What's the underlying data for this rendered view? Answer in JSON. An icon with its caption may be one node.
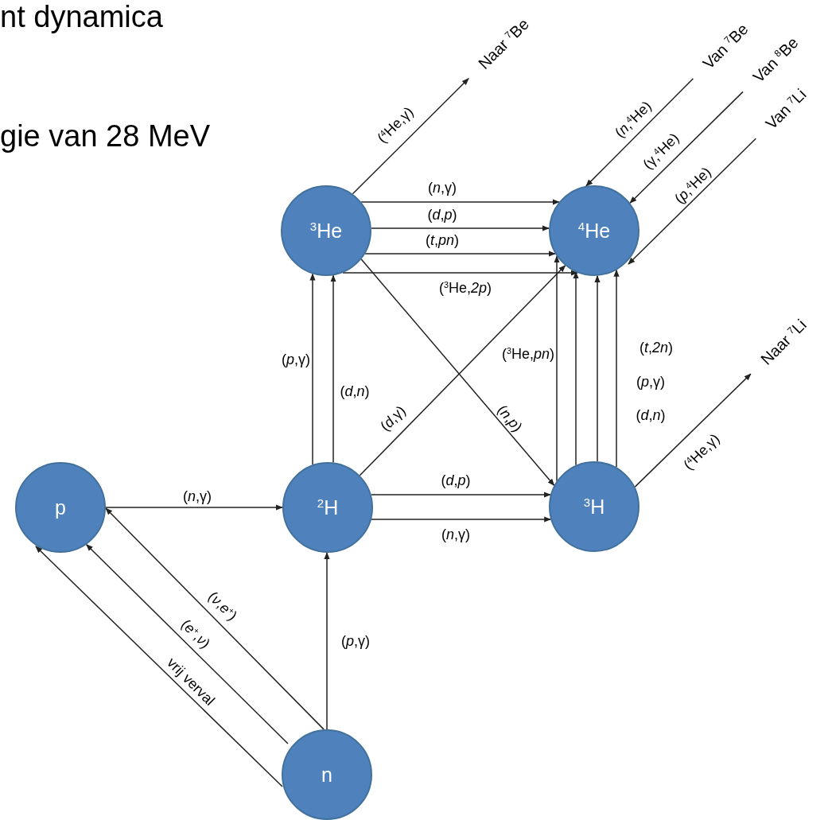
{
  "diagram": {
    "nodes": [
      {
        "text": [
          "Naar $^{7}$Be"
        ]
      },
      {
        "text": [
          "Van $^{7}$Be"
        ]
      },
      {
        "text": [
          "Van $^{8}$Be"
        ]
      },
      {
        "text": [
          "Van $^{7}$Li"
        ]
      },
      {
        "text": [
          "$^{3}$He"
        ]
      },
      {
        "text": [
          "$^{4}$He"
        ]
      },
      {
        "text": [
          "Naar $^{7}$Li"
        ]
      },
      {
        "text": [
          "p"
        ]
      },
      {
        "text": [
          "$^{2}$H"
        ]
      },
      {
        "text": [
          "$^{3}$H"
        ]
      },
      {
        "text": [
          "n"
        ]
      }
    ],
    "edges": [
      {
        "from": 4,
        "to": 0,
        "arrow": "to",
        "label": "($^{4}$He,γ)"
      },
      {
        "from": 1,
        "to": 5,
        "arrow": "to",
        "label": "(*n*,$^{4}$He)"
      },
      {
        "from": 2,
        "to": 5,
        "arrow": "to",
        "label": "(γ,$^{4}$He)"
      },
      {
        "from": 3,
        "to": 5,
        "arrow": "to",
        "label": "(*p*,$^{4}$He)"
      },
      {
        "from": 4,
        "to": 5,
        "arrow": "to",
        "label": "(*n*,γ)"
      },
      {
        "from": 4,
        "to": 5,
        "arrow": "to",
        "label": "(*d*,*p*)"
      },
      {
        "from": 4,
        "to": 5,
        "arrow": "to",
        "label": "(*t*,*pn*)"
      },
      {
        "from": 4,
        "to": 5,
        "arrow": "to",
        "label": "($^{3}$He,*2p*)"
      },
      {
        "from": 8,
        "to": 4,
        "arrow": "to",
        "label": "(*p*,γ)"
      },
      {
        "from": 8,
        "to": 4,
        "arrow": "to",
        "label": "(*d*,*n*)"
      },
      {
        "from": 8,
        "to": 5,
        "arrow": "to",
        "label": "(*d*,γ)"
      },
      {
        "from": 4,
        "to": 9,
        "arrow": "to",
        "label": "(*n*,*p*)"
      },
      {
        "from": 8,
        "to": 9,
        "arrow": "to",
        "label": "(*d*,*p*)"
      },
      {
        "from": 8,
        "to": 9,
        "arrow": "to",
        "label": "(*n*,γ)"
      },
      {
        "from": 9,
        "to": 5,
        "arrow": "to",
        "label": "($^{3}$He,*pn*)"
      },
      {
        "from": 9,
        "to": 5,
        "arrow": "to",
        "label": "(*t*,*2n*)"
      },
      {
        "from": 9,
        "to": 5,
        "arrow": "to",
        "label": "(*p*,γ)"
      },
      {
        "from": 9,
        "to": 5,
        "arrow": "to",
        "label": "(*d*,*n*)"
      },
      {
        "from": 9,
        "to": 6,
        "arrow": "to",
        "label": "($^{4}$He,γ)"
      },
      {
        "from": 7,
        "to": 8,
        "arrow": "to",
        "label": "(*n*,γ)"
      },
      {
        "from": 10,
        "to": 8,
        "arrow": "to",
        "label": "(*p*,γ)"
      },
      {
        "from": 10,
        "to": 7,
        "arrow": "to",
        "label": "(*ν*,*e*$^{+}$)"
      },
      {
        "from": 10,
        "to": 7,
        "arrow": "to",
        "label": "(*e*$^{+}$,*ν*)"
      },
      {
        "from": 10,
        "to": 7,
        "arrow": "to",
        "label": "vrij verval"
      }
    ],
    "labels": [
      "nt dynamica",
      "gie van 28 MeV"
    ]
  }
}
